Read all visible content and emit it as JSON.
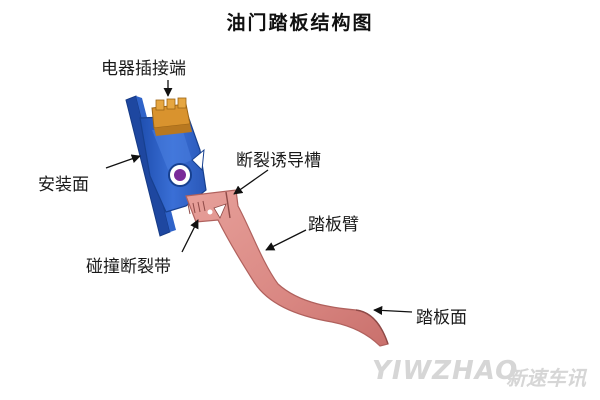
{
  "title": "油门踏板结构图",
  "labels": {
    "connector": "电器插接端",
    "mount_face": "安装面",
    "fracture_groove": "断裂诱导槽",
    "pedal_arm": "踏板臂",
    "collision_band": "碰撞断裂带",
    "pedal_face": "踏板面"
  },
  "watermark": {
    "latin": "YIWZHAO",
    "chinese": "新速车讯"
  },
  "colors": {
    "bracket_blue": "#2f63c9",
    "connector_orange": "#d9932e",
    "arm_pink": "#d98782",
    "pivot_purple": "#7a2b9a",
    "leader_black": "#111111"
  }
}
